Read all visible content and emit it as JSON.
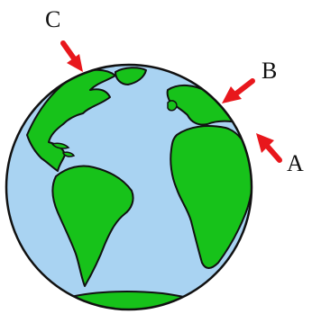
{
  "diagram": {
    "pointers": [
      {
        "id": "C",
        "label": "C"
      },
      {
        "id": "B",
        "label": "B"
      },
      {
        "id": "A",
        "label": "A"
      }
    ],
    "colors": {
      "ocean": "#a9d3f2",
      "land": "#17c21a",
      "outline": "#111111",
      "arrow": "#e8171c",
      "label": "#111111"
    }
  }
}
